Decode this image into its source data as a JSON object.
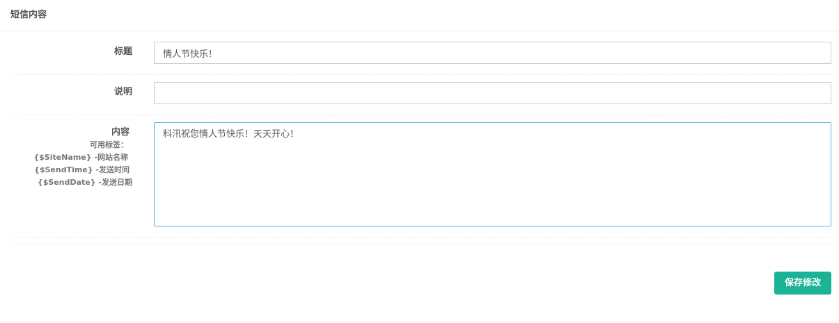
{
  "panel": {
    "title": "短信内容"
  },
  "form": {
    "title_label": "标题",
    "title_value": "情人节快乐！",
    "desc_label": "说明",
    "desc_value": "",
    "content_label": "内容",
    "content_value": "科汛祝您情人节快乐！天天开心！",
    "tags_title": "可用标签：",
    "tags": [
      "{$SiteName} -网站名称",
      "{$SendTime} -发送时间",
      "{$SendDate} -发送日期"
    ]
  },
  "actions": {
    "save_label": "保存修改"
  },
  "colors": {
    "primary_button": "#1ab394",
    "textarea_focus_border": "#5bb0dc",
    "input_border": "#cccccc",
    "divider": "#e7eaec"
  }
}
